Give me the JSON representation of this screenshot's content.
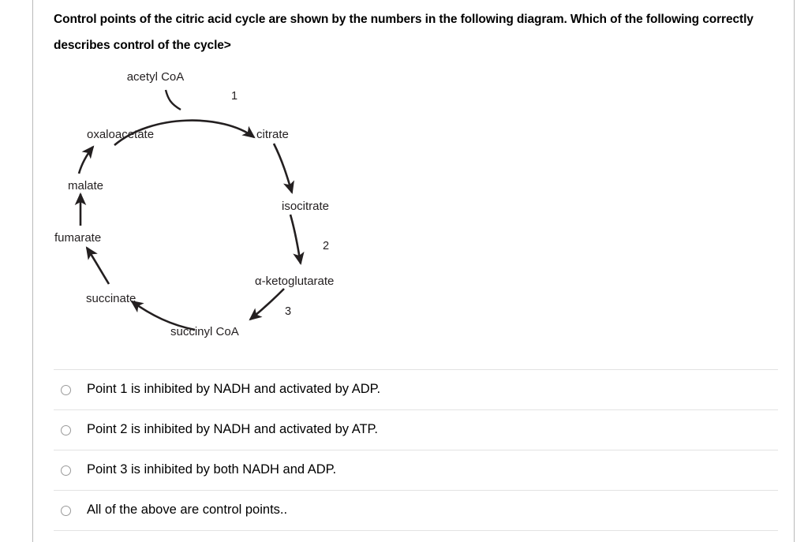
{
  "question": {
    "stem": "Control points of the citric acid cycle are shown by the numbers in the following diagram.  Which of the following correctly describes control of the cycle>"
  },
  "diagram": {
    "title": "citric-acid-cycle",
    "labels": {
      "acetyl_coa": "acetyl CoA",
      "oxaloacetate": "oxaloacetate",
      "citrate": "citrate",
      "isocitrate": "isocitrate",
      "alpha_ketoglutarate": "α-ketoglutarate",
      "succinyl_coa": "succinyl CoA",
      "succinate": "succinate",
      "fumarate": "fumarate",
      "malate": "malate"
    },
    "control_points": {
      "one": "1",
      "two": "2",
      "three": "3"
    },
    "stroke_color": "#231f20"
  },
  "options": [
    {
      "id": "opt-1",
      "label": "Point 1 is inhibited by NADH and activated by ADP.",
      "selected": false
    },
    {
      "id": "opt-2",
      "label": "Point 2 is inhibited by NADH and activated by ATP.",
      "selected": false
    },
    {
      "id": "opt-3",
      "label": "Point 3 is inhibited by both NADH and ADP.",
      "selected": false
    },
    {
      "id": "opt-4",
      "label": "All of the above are control points..",
      "selected": false
    }
  ],
  "colors": {
    "page_background": "#ffffff",
    "text": "#000000",
    "frame_border": "#b9b9b9",
    "separator": "#e3e3e3",
    "radio_border": "#9a9a9a"
  }
}
